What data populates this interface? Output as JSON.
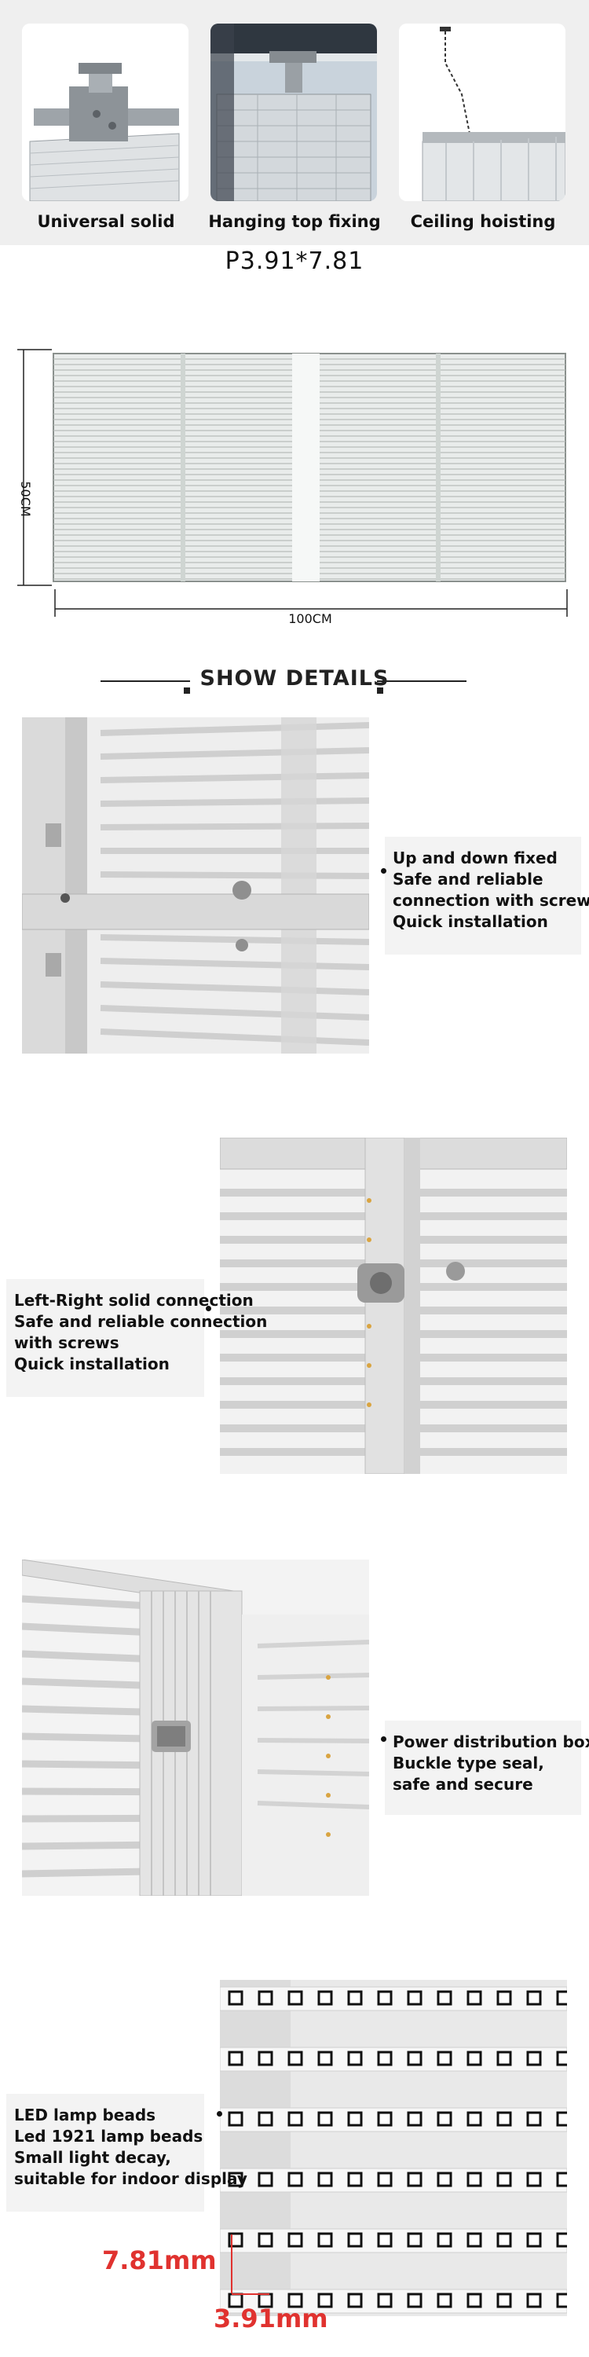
{
  "top": {
    "captions": [
      "Universal solid",
      "Hanging top fixing",
      "Ceiling hoisting"
    ],
    "model": "P3.91*7.81"
  },
  "dimensions": {
    "height_label": "50CM",
    "width_label": "100CM"
  },
  "show_details": {
    "title": "SHOW DETAILS"
  },
  "details": [
    {
      "lines": [
        "Up and down fixed",
        "Safe and reliable",
        "connection with screws",
        "Quick installation"
      ]
    },
    {
      "lines": [
        "Left-Right solid connection",
        "Safe and reliable connection",
        "with screws",
        "Quick installation"
      ]
    },
    {
      "lines": [
        "Power distribution box",
        "Buckle type seal,",
        "safe and secure"
      ]
    },
    {
      "lines": [
        "LED lamp beads",
        "Led 1921 lamp beads",
        "Small light decay,",
        "suitable for indoor display"
      ]
    }
  ],
  "pitch": {
    "vertical": "7.81mm",
    "horizontal": "3.91mm",
    "accent_color": "#e0322f"
  }
}
